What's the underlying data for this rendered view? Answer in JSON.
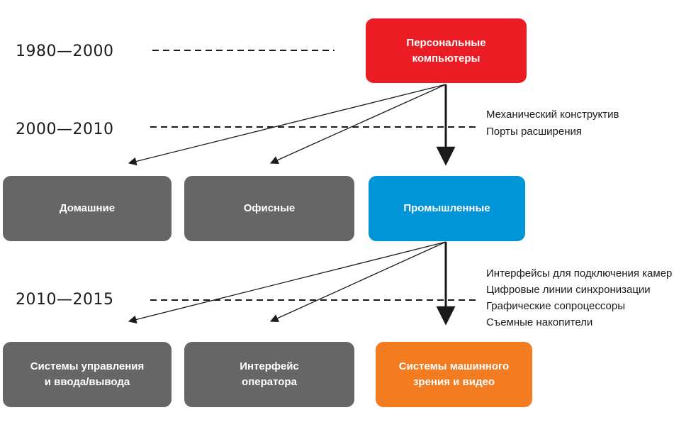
{
  "colors": {
    "red": "#ec1c24",
    "blue": "#0094d8",
    "gray": "#666666",
    "orange": "#f47c20",
    "line": "#1a1a1a"
  },
  "eras": {
    "e1": "1980—2000",
    "e2": "2000—2010",
    "e3": "2010—2015"
  },
  "nodes": {
    "pc": "Персональные\nкомпьютеры",
    "home": "Домашние",
    "office": "Офисные",
    "industrial": "Промышленные",
    "control": "Системы управления\nи ввода/вывода",
    "operator": "Интерфейс\nоператора",
    "vision": "Системы машинного\nзрения и видео"
  },
  "notes": {
    "level1": [
      "Механический конструктив",
      "Порты расширения"
    ],
    "level2": [
      "Интерфейсы для подключения камер",
      "Цифровые линии синхронизации",
      "Графические сопроцессоры",
      "Съемные накопители"
    ]
  }
}
